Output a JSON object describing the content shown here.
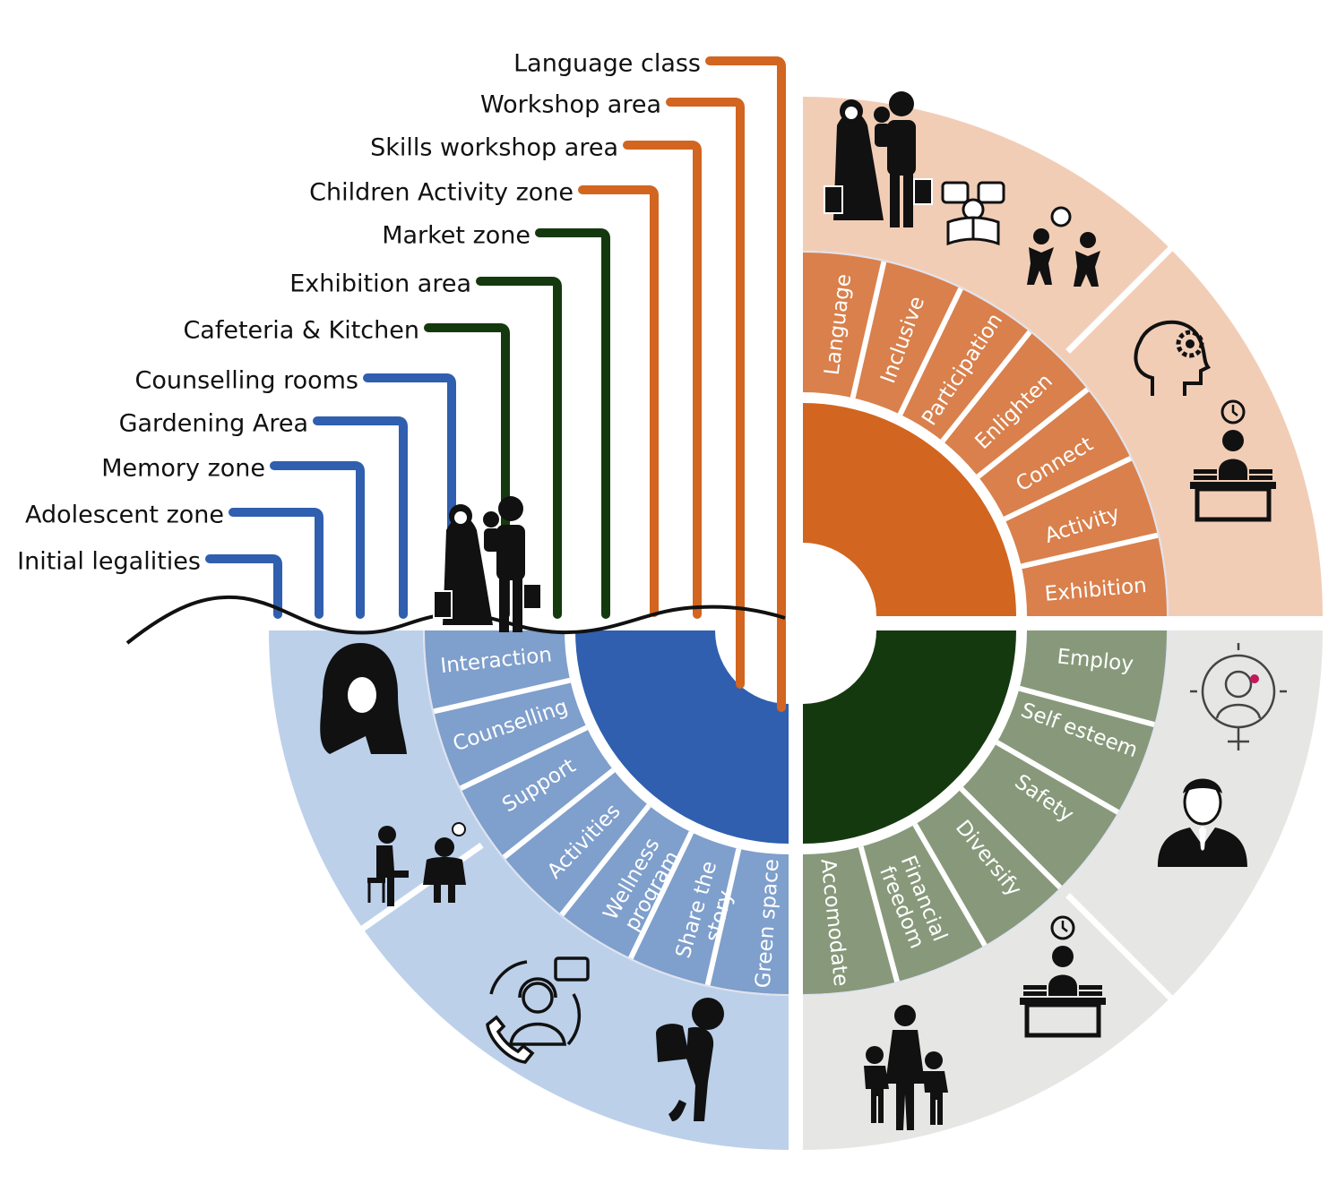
{
  "colors": {
    "orange_outer": "#f2cdb6",
    "orange_mid": "#d9804c",
    "orange_inner": "#d2651f",
    "orange_line": "#d2651f",
    "green_outer": "#e6e7e4",
    "green_mid": "#87997a",
    "green_inner": "#15390e",
    "green_line": "#15390e",
    "blue_outer": "#bcd0ea",
    "blue_mid": "#7f9fcc",
    "blue_inner": "#2f5fae",
    "blue_line": "#2f5fae",
    "ring_gap": "#dfe2ee"
  },
  "zones": [
    {
      "label": "Language class",
      "group": "orange"
    },
    {
      "label": "Workshop area",
      "group": "orange"
    },
    {
      "label": "Skills workshop area",
      "group": "orange"
    },
    {
      "label": "Children Activity zone",
      "group": "orange"
    },
    {
      "label": "Market zone",
      "group": "green"
    },
    {
      "label": "Exhibition area",
      "group": "green"
    },
    {
      "label": "Cafeteria & Kitchen",
      "group": "green"
    },
    {
      "label": "Counselling rooms",
      "group": "blue"
    },
    {
      "label": "Gardening Area",
      "group": "blue"
    },
    {
      "label": "Memory zone",
      "group": "blue"
    },
    {
      "label": "Adolescent zone",
      "group": "blue"
    },
    {
      "label": "Initial legalities",
      "group": "blue"
    }
  ],
  "quadrants": {
    "orange": {
      "sectors": [
        "Language",
        "Inclusive",
        "Participation",
        "Enlighten",
        "Connect",
        "Activity",
        "Exhibition"
      ],
      "icons": [
        "family-icon",
        "reading-child-icon",
        "playing-children-icon",
        "mind-gear-icon",
        "desk-worker-icon"
      ]
    },
    "green": {
      "sectors": [
        "Employ",
        "Self esteem",
        "Safety",
        "Diversify",
        "Financial freedom",
        "Accomodate"
      ],
      "icons": [
        "woman-empowerment-icon",
        "businessman-icon",
        "desk-worker-icon",
        "mother-children-icon"
      ]
    },
    "blue": {
      "sectors": [
        "Interaction",
        "Counselling",
        "Support",
        "Activities",
        "Wellness program",
        "Share the story",
        "Green space"
      ],
      "icons": [
        "hijab-woman-icon",
        "therapy-session-icon",
        "helpline-icon",
        "burdened-person-icon",
        "family-icon"
      ]
    }
  }
}
